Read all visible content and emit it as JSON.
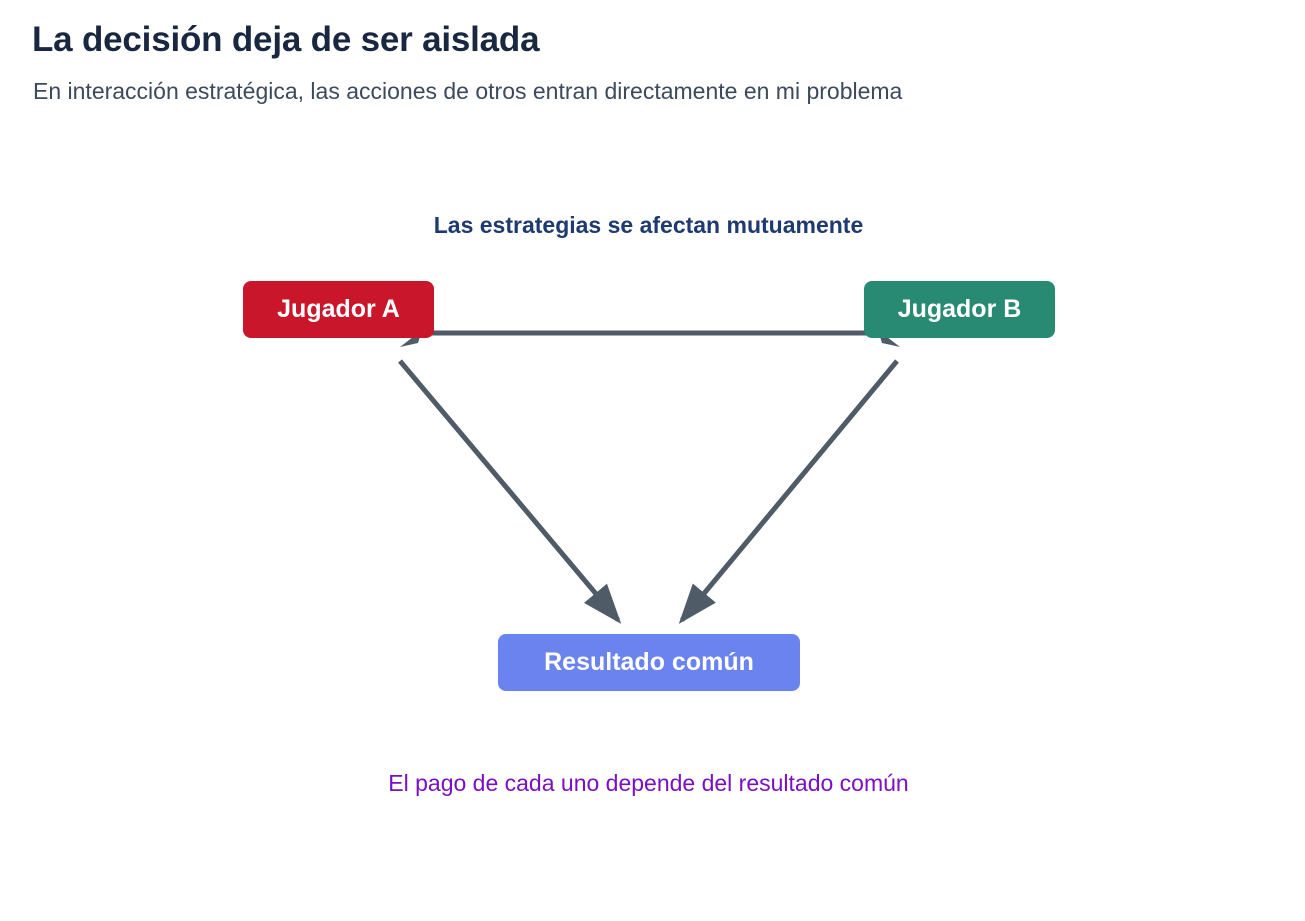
{
  "header": {
    "title": "La decisión deja de ser aislada",
    "subtitle": "En interacción estratégica, las acciones de otros entran directamente en mi problema"
  },
  "diagram": {
    "heading": "Las estrategias se afectan mutuamente",
    "caption": "El pago de cada uno depende del resultado común",
    "nodes": [
      {
        "id": "player-a",
        "label": "Jugador A",
        "color": "#c9162a"
      },
      {
        "id": "player-b",
        "label": "Jugador B",
        "color": "#288a72"
      },
      {
        "id": "result",
        "label": "Resultado común",
        "color": "#6b83ef"
      }
    ],
    "edges": [
      {
        "id": "mutual",
        "from": "player-a",
        "to": "player-b",
        "style": "double-headed-horizontal"
      },
      {
        "id": "a-result",
        "from": "player-a",
        "to": "result",
        "style": "single-headed-diagonal"
      },
      {
        "id": "b-result",
        "from": "player-b",
        "to": "result",
        "style": "single-headed-diagonal"
      }
    ],
    "edge_color": "#4f5b66"
  },
  "colors": {
    "title": "#1a2740",
    "subtitle": "#3c4a5c",
    "heading": "#1e3a70",
    "caption": "#7a0fc4",
    "background": "#ffffff"
  }
}
